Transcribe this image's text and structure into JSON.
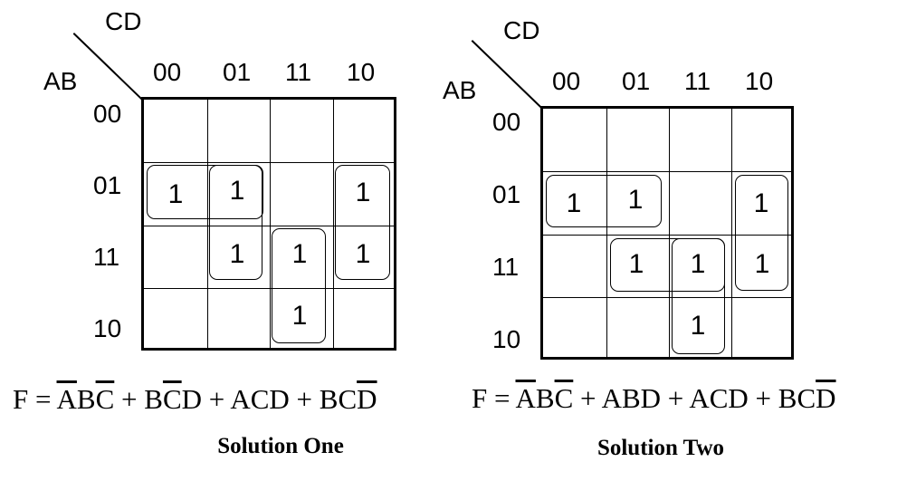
{
  "maps": [
    {
      "col_var_label": "CD",
      "row_var_label": "AB",
      "col_headers": [
        "00",
        "01",
        "11",
        "10"
      ],
      "row_headers": [
        "00",
        "01",
        "11",
        "10"
      ],
      "cells": [
        [
          "",
          "",
          "",
          ""
        ],
        [
          "1",
          "1",
          "",
          "1"
        ],
        [
          "",
          "1",
          "1",
          "1"
        ],
        [
          "",
          "",
          "1",
          ""
        ]
      ],
      "formula": {
        "lhs": "F = ",
        "terms": [
          [
            {
              "t": "A",
              "bar": true
            },
            {
              "t": "B",
              "bar": false
            },
            {
              "t": "C",
              "bar": true
            }
          ],
          [
            {
              "t": "B",
              "bar": false
            },
            {
              "t": "C",
              "bar": true
            },
            {
              "t": "D",
              "bar": false
            }
          ],
          [
            {
              "t": "A",
              "bar": false
            },
            {
              "t": "C",
              "bar": false
            },
            {
              "t": "D",
              "bar": false
            }
          ],
          [
            {
              "t": "B",
              "bar": false
            },
            {
              "t": "C",
              "bar": false
            },
            {
              "t": "D",
              "bar": true
            }
          ]
        ],
        "op": " + "
      },
      "caption": "Solution One"
    },
    {
      "col_var_label": "CD",
      "row_var_label": "AB",
      "col_headers": [
        "00",
        "01",
        "11",
        "10"
      ],
      "row_headers": [
        "00",
        "01",
        "11",
        "10"
      ],
      "cells": [
        [
          "",
          "",
          "",
          ""
        ],
        [
          "1",
          "1",
          "",
          "1"
        ],
        [
          "",
          "1",
          "1",
          "1"
        ],
        [
          "",
          "",
          "1",
          ""
        ]
      ],
      "formula": {
        "lhs": "F = ",
        "terms": [
          [
            {
              "t": "A",
              "bar": true
            },
            {
              "t": "B",
              "bar": false
            },
            {
              "t": "C",
              "bar": true
            }
          ],
          [
            {
              "t": "A",
              "bar": false
            },
            {
              "t": "B",
              "bar": false
            },
            {
              "t": "D",
              "bar": false
            }
          ],
          [
            {
              "t": "A",
              "bar": false
            },
            {
              "t": "C",
              "bar": false
            },
            {
              "t": "D",
              "bar": false
            }
          ],
          [
            {
              "t": "B",
              "bar": false
            },
            {
              "t": "C",
              "bar": false
            },
            {
              "t": "D",
              "bar": true
            }
          ]
        ],
        "op": " + "
      },
      "caption": "Solution Two"
    }
  ]
}
